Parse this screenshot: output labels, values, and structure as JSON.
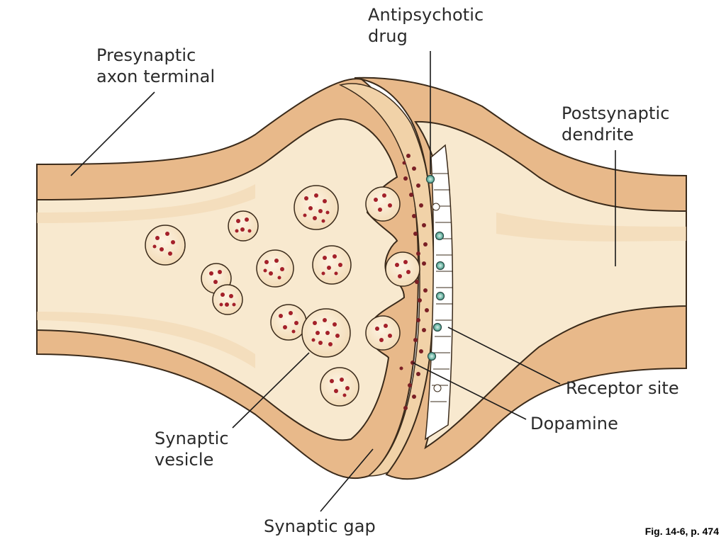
{
  "labels": {
    "presynaptic": [
      "Presynaptic",
      "axon terminal"
    ],
    "antipsychotic": [
      "Antipsychotic",
      "drug"
    ],
    "postsynaptic": [
      "Postsynaptic",
      "dendrite"
    ],
    "receptor": "Receptor site",
    "dopamine": "Dopamine",
    "vesicle": [
      "Synaptic",
      "vesicle"
    ],
    "gap": "Synaptic gap"
  },
  "caption": "Fig. 14-6, p. 474",
  "colors": {
    "membrane": "#e8b98a",
    "cytoplasm": "#f8e9cf",
    "outline": "#3a2a1a",
    "dopamine": "#7a1f25",
    "drug": "#3f9a86"
  }
}
